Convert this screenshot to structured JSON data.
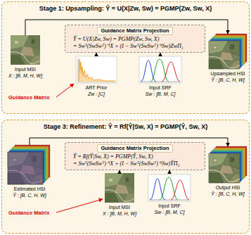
{
  "diagram": {
    "nodes": [
      {
        "text": [
          "Stage 1: Upsampling: Ŷ = U(X|Zw, Sw) = PGMP(Zw, Sw, X)"
        ]
      },
      {
        "text": [
          "Guidance Matrix Projection",
          "Ŷ = U(X|Zw, Sw) = PGMP(Zw, Sw, X)",
          "= Swᵀ(SwSwᵀ)⁻¹X + (I − Swᵀ(SwSwᵀ)⁻¹Sw)ZwΠ₁"
        ],
        "in": 0
      },
      {
        "text": [
          "Input MSI",
          "X : [B, M, H, W]"
        ],
        "in": 0
      },
      {
        "text": [
          "ART Prior",
          "Zw : [C]"
        ],
        "in": 0
      },
      {
        "text": [
          "Input SRF",
          "Sw : [B, M, C]"
        ],
        "in": 0
      },
      {
        "text": [
          "Upsampled HSI",
          "Ŷ : [B, C, H, W]"
        ],
        "in": 0
      },
      {
        "text": [
          "Stage 3: Refinement: Ŷ = Rf(Ŷ|Sw, X) = PGMP(Ŷ, Sw, X)"
        ]
      },
      {
        "text": [
          "Guidance Matrix Projection",
          "Ŷ = Rf(Ŷ|Sw, X) = PGMP(Ŷ, Sw, X)",
          "= Swᵀ(SwSwᵀ)⁻¹X + (I − Swᵀ(SwSwᵀ)⁻¹Sw)ŶΠ₃"
        ],
        "in": 6
      },
      {
        "text": [
          "Estimated HSI",
          "Ŷ : [B, C, H, W]"
        ],
        "in": 6
      },
      {
        "text": [
          "Input MSI",
          "X : [B, M, H, W]"
        ],
        "in": 6
      },
      {
        "text": [
          "Input SRF",
          "Sw : [B, M, C]"
        ],
        "in": 6
      },
      {
        "text": [
          "Output HSI",
          "Ŷ : [B, C, H, W]"
        ],
        "in": 6
      }
    ],
    "edges": [
      {
        "from": 2,
        "to": 5,
        "arrow": "to"
      },
      {
        "from": 3,
        "to": 1,
        "arrow": "to"
      },
      {
        "from": 4,
        "to": 1,
        "arrow": "to"
      },
      {
        "from": 8,
        "to": 11,
        "arrow": "to"
      },
      {
        "from": 9,
        "to": 7,
        "arrow": "to"
      },
      {
        "from": 10,
        "to": 7,
        "arrow": "to"
      }
    ],
    "labels": [
      "Guidance Matrix",
      "Guidance Matrix"
    ]
  }
}
